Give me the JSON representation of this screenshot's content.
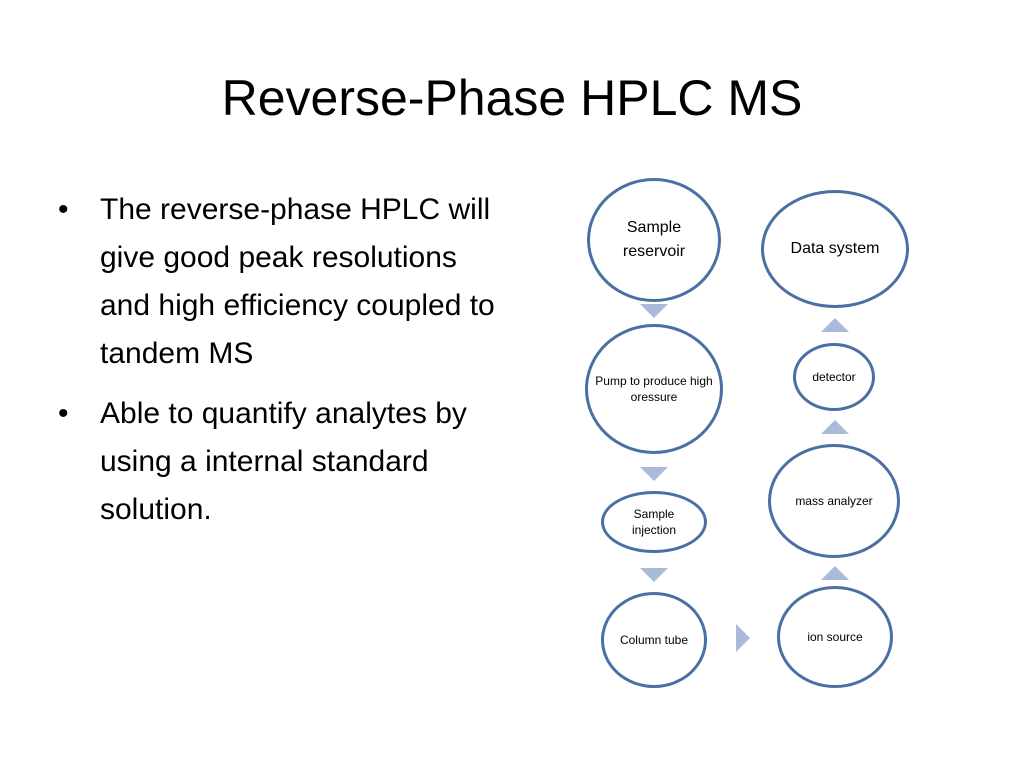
{
  "slide": {
    "title": "Reverse-Phase HPLC MS",
    "bullets": [
      "The reverse-phase HPLC will give good peak resolutions and high efficiency coupled to tandem MS",
      "Able to quantify analytes by using a internal standard solution."
    ],
    "bullet_glyph": "•"
  },
  "diagram": {
    "nodes": {
      "sample_reservoir": "Sample reservoir",
      "pump": "Pump to produce high oressure",
      "sample_injection": "Sample injection",
      "column_tube": "Column tube",
      "ion_source": "ion source",
      "mass_analyzer": "mass analyzer",
      "detector": "detector",
      "data_system": "Data system"
    },
    "colors": {
      "node_border": "#4a70a3",
      "arrow_fill": "#a9bbd8"
    }
  }
}
